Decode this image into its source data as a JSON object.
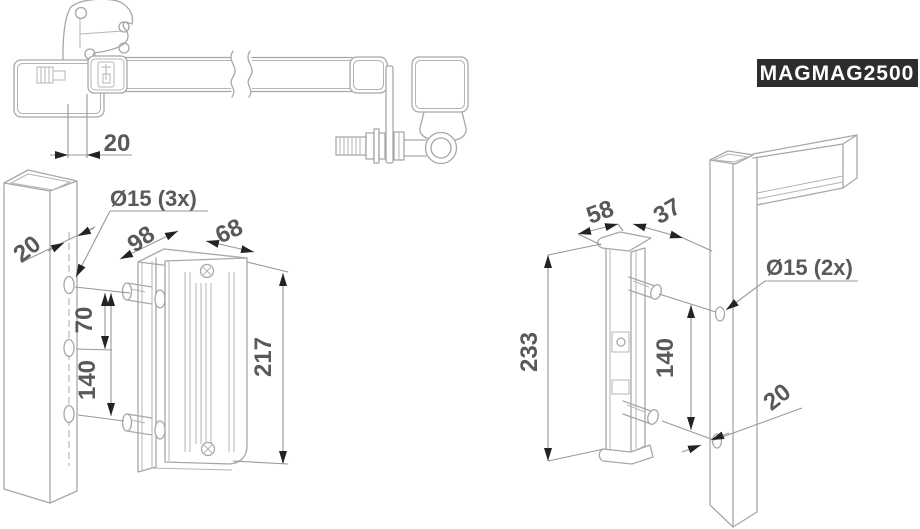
{
  "badge": {
    "model": "MAGMAG2500"
  },
  "colors": {
    "line": "#a6a7a9",
    "dim_line": "#97989a",
    "arrow": "#232323",
    "dim_text": "#58595b",
    "badge_bg": "#2d2d2f",
    "badge_fg": "#ffffff",
    "background": "#ffffff"
  },
  "top_view": {
    "dim_gate_gap": "20"
  },
  "magnet_view": {
    "dim_edge_offset": "20",
    "label_holes": "Ø15 (3x)",
    "dim_depth": "98",
    "dim_width": "68",
    "dim_hole_spacing": "70",
    "dim_hole_spacing_total": "140",
    "dim_height": "217"
  },
  "armature_view": {
    "dim_depth": "58",
    "dim_offset": "37",
    "dim_height": "233",
    "dim_hole_spacing": "140",
    "label_holes": "Ø15 (2x)",
    "dim_edge_offset": "20"
  }
}
